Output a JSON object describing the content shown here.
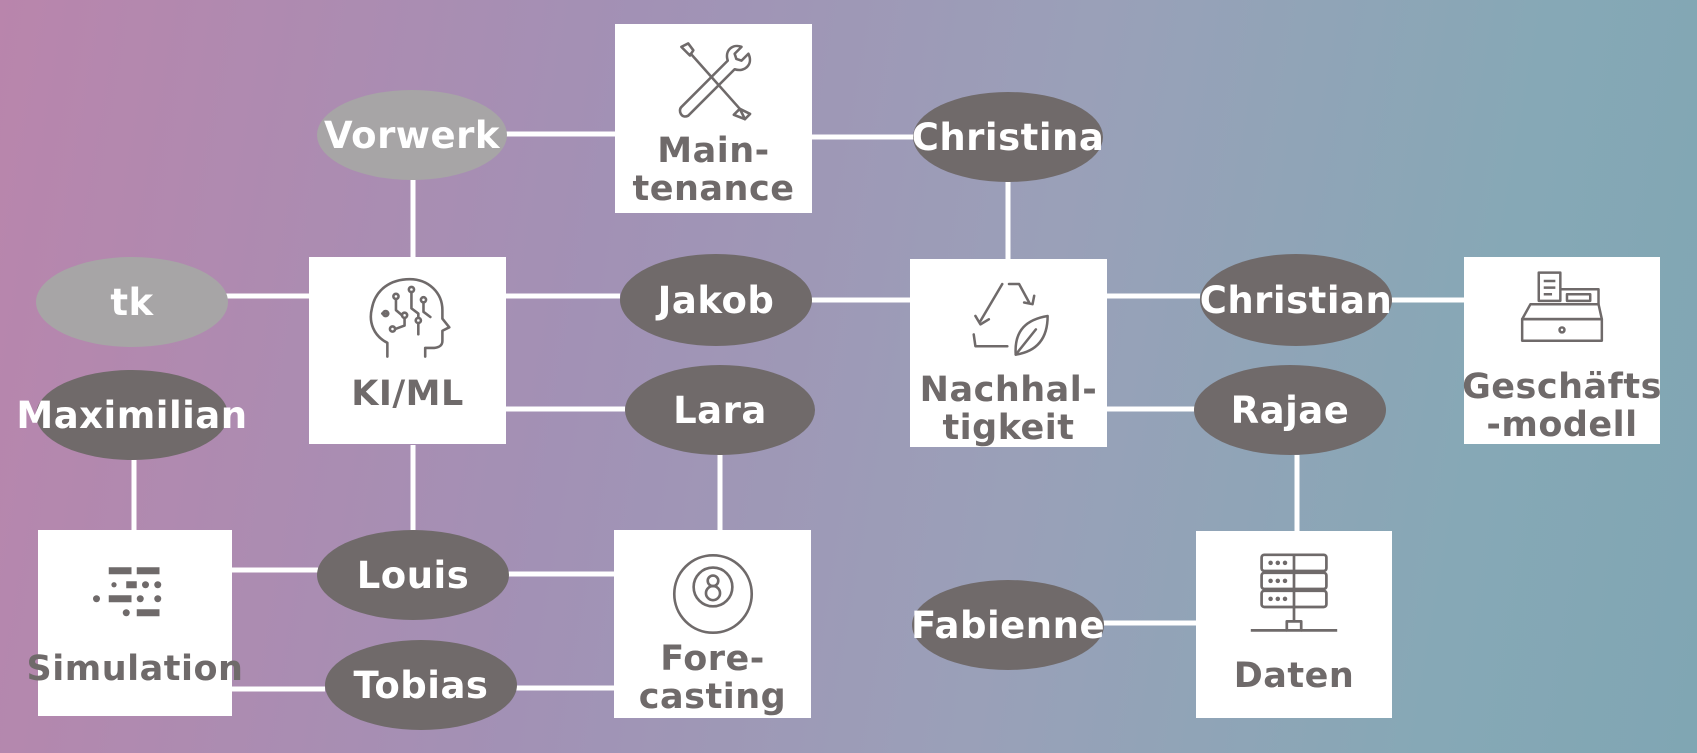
{
  "topics": {
    "maintenance": {
      "label_line1": "Main-",
      "label_line2": "tenance",
      "icon": "wrench-screwdriver-icon"
    },
    "ki_ml": {
      "label": "KI/ML",
      "icon": "ai-head-icon"
    },
    "simulation": {
      "label": "Simulation",
      "icon": "simulation-dots-icon"
    },
    "forecasting": {
      "label_line1": "Fore-",
      "label_line2": "casting",
      "icon": "magic-8-ball-icon"
    },
    "nachhaltigkeit": {
      "label_line1": "Nachhal-",
      "label_line2": "tigkeit",
      "icon": "recycle-leaf-icon"
    },
    "geschaeftsmodell": {
      "label_line1": "Geschäfts",
      "label_line2": "-modell",
      "icon": "cash-register-icon"
    },
    "daten": {
      "label": "Daten",
      "icon": "server-network-icon"
    }
  },
  "people": {
    "vorwerk": "Vorwerk",
    "christina": "Christina",
    "tk": "tk",
    "jakob": "Jakob",
    "christian": "Christian",
    "maximilian": "Maximilian",
    "lara": "Lara",
    "rajae": "Rajae",
    "louis": "Louis",
    "tobias": "Tobias",
    "fabienne": "Fabienne"
  },
  "colors": {
    "person_dark": "#706a6a",
    "person_light": "#a7a5a6",
    "box_fill": "#ffffff",
    "label_text": "#6f6a6a",
    "connector": "#ffffff"
  }
}
